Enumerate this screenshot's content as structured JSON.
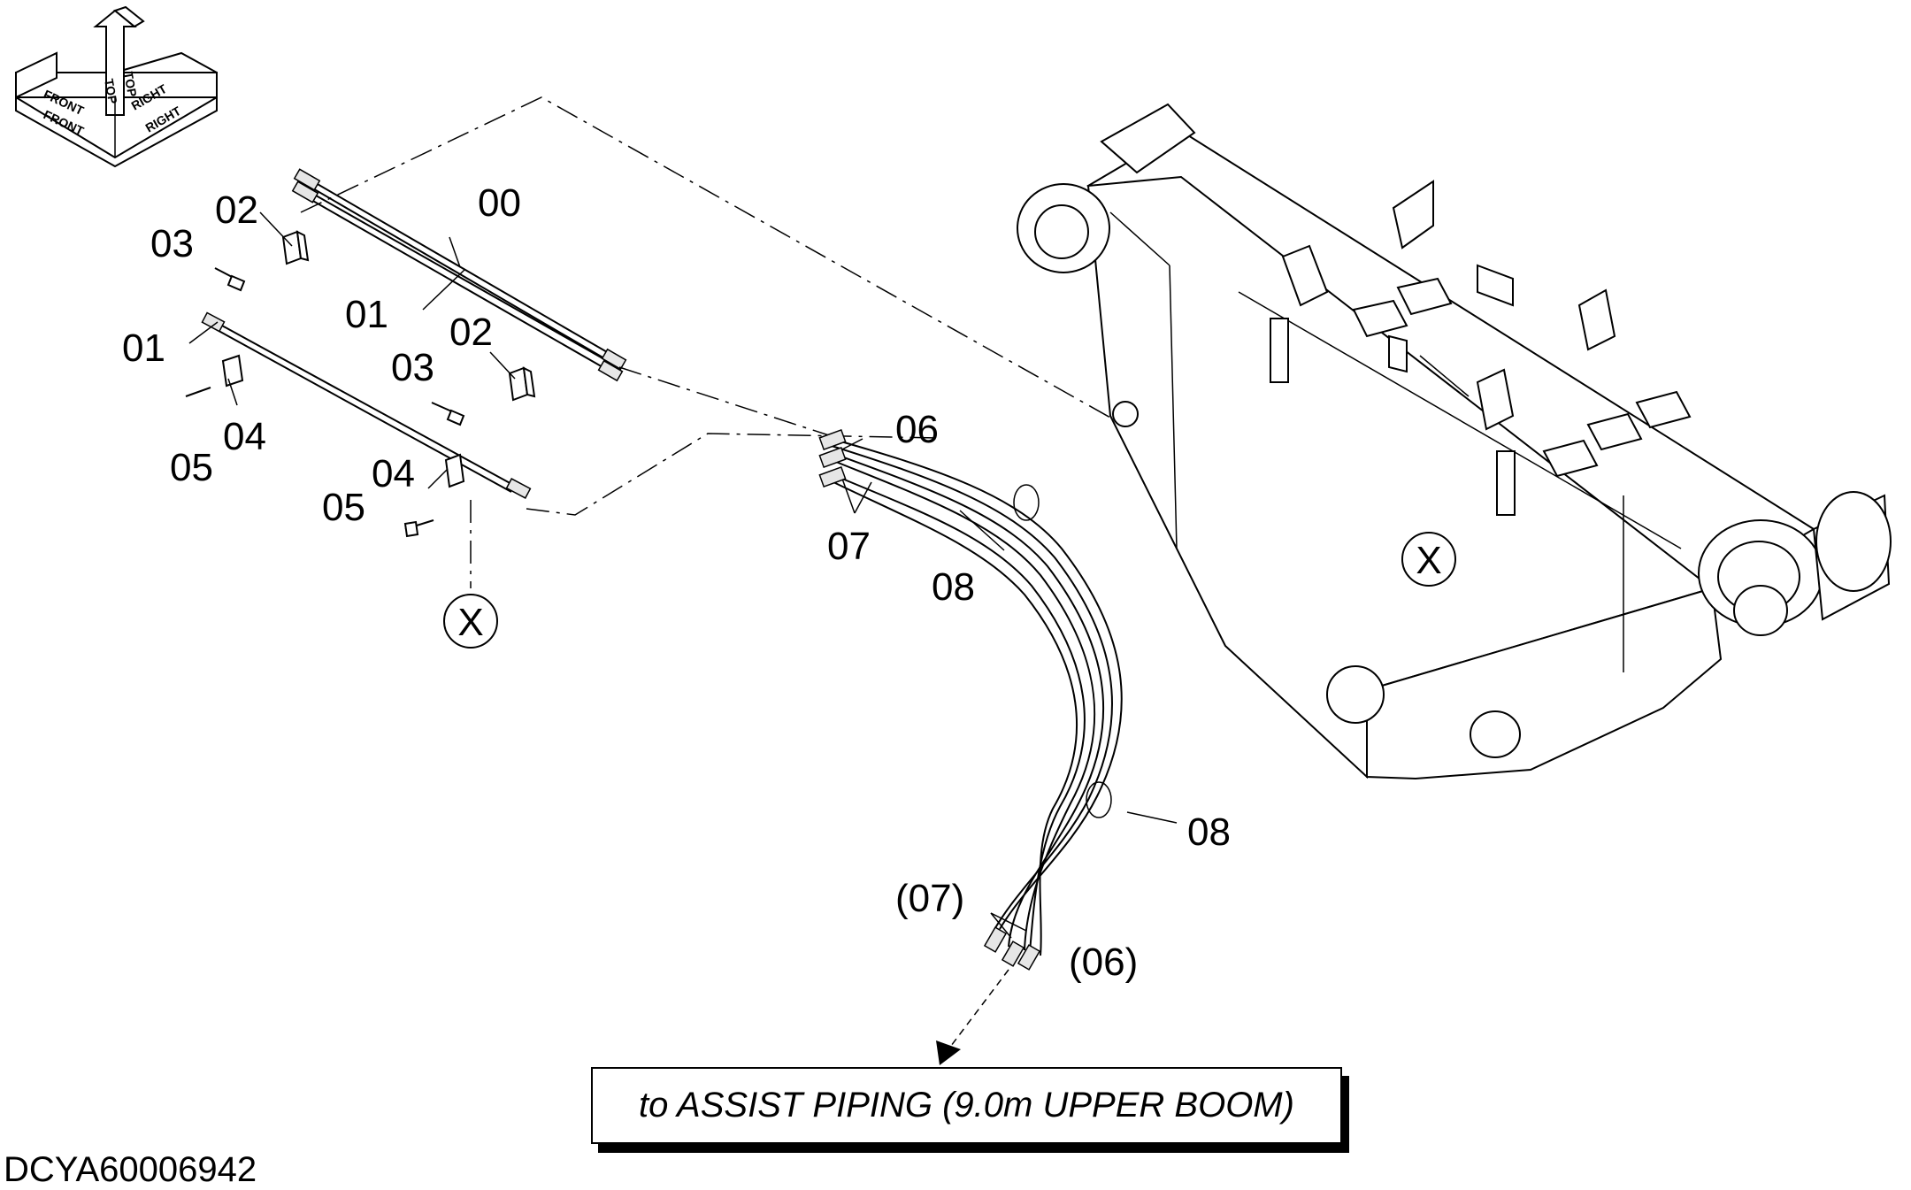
{
  "orientation": {
    "front": "FRONT",
    "top": "TOP",
    "right": "RIGHT"
  },
  "labels": {
    "l00": "00",
    "l01a": "01",
    "l01b": "01",
    "l02a": "02",
    "l02b": "02",
    "l03a": "03",
    "l03b": "03",
    "l04a": "04",
    "l04b": "04",
    "l05a": "05",
    "l05b": "05",
    "l06": "06",
    "l07": "07",
    "l08a": "08",
    "l08b": "08",
    "l07p": "(07)",
    "l06p": "(06)",
    "xa": "X",
    "xb": "X"
  },
  "callout": "to ASSIST PIPING (9.0m UPPER BOOM)",
  "drawing_code": "DCYA60006942"
}
